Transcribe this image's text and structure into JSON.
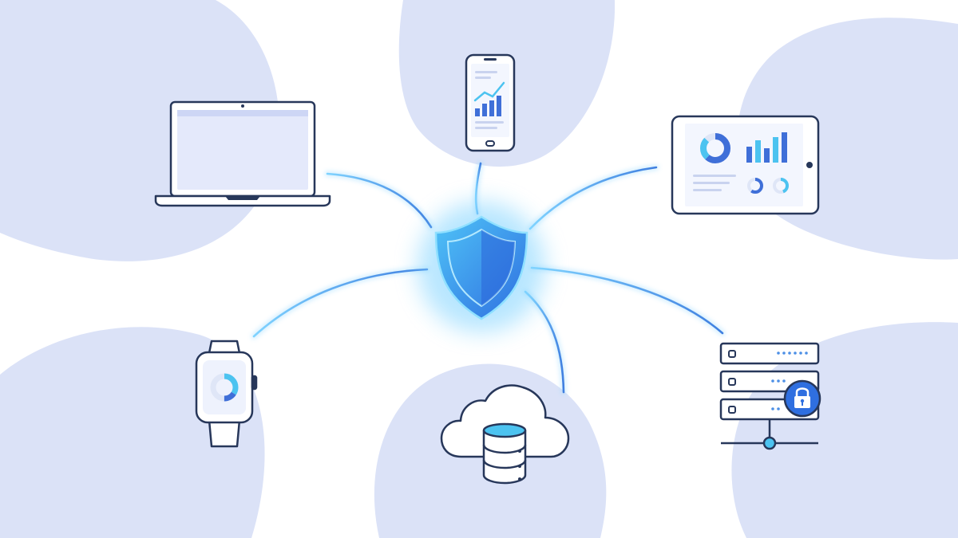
{
  "colors": {
    "background": "#ffffff",
    "blob": "#dbe2f7",
    "outline": "#27375a",
    "accent": "#2f80ed",
    "accent_light": "#4fc3f7",
    "connector": "#5aa8e6",
    "glow": "#7fd3ff",
    "screen_fill": "#e4e9fb",
    "chart_blue": "#3f6fd8",
    "chart_cyan": "#4cc3f0"
  },
  "hub": {
    "icon": "shield-icon"
  },
  "devices": [
    {
      "id": "laptop",
      "icon": "laptop-icon"
    },
    {
      "id": "smartphone",
      "icon": "smartphone-analytics-icon"
    },
    {
      "id": "tablet",
      "icon": "tablet-dashboard-icon"
    },
    {
      "id": "smartwatch",
      "icon": "smartwatch-icon"
    },
    {
      "id": "cloud-database",
      "icon": "cloud-database-icon"
    },
    {
      "id": "secure-server",
      "icon": "server-lock-icon"
    }
  ]
}
